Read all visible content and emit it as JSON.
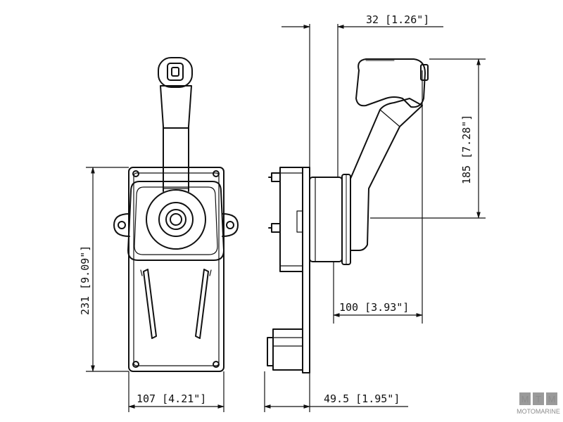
{
  "dimensions": {
    "offset_top": "32 [1.26\"]",
    "lever_height": "185 [7.28\"]",
    "depth": "100 [3.93\"]",
    "base_height": "231 [9.09\"]",
    "base_width": "107 [4.21\"]",
    "side_width": "49.5 [1.95\"]"
  },
  "watermark": {
    "letters": [
      "M",
      "T",
      "M"
    ],
    "name": "MOTOMARINE"
  }
}
